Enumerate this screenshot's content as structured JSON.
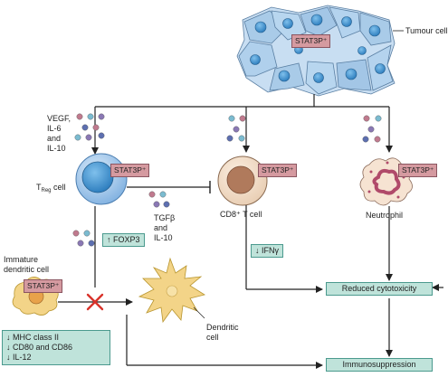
{
  "labels": {
    "tumour_cell": "Tumour cell",
    "stat3p": "STAT3P⁺",
    "vegf_line1": "VEGF,",
    "vegf_line2": "IL-6",
    "vegf_line3": "and",
    "vegf_line4": "IL-10",
    "treg_main": "T",
    "treg_sub": "Reg",
    "treg_tail": " cell",
    "cd8_cell": "CD8⁺ T cell",
    "neutrophil": "Neutrophil",
    "tgfb_line1": "TGFβ",
    "tgfb_line2": "and",
    "tgfb_line3": "IL-10",
    "foxp3": "↑ FOXP3",
    "ifng": "↓ IFNγ",
    "immature_line1": "Immature",
    "immature_line2": "dendritic cell",
    "dendritic_line1": "Dendritic",
    "dendritic_line2": "cell",
    "mhc_line1": "↓ MHC class II",
    "mhc_line2": "↓ CD80 and CD86",
    "mhc_line3": "↓ IL-12",
    "reduced_cytotoxicity": "Reduced cytotoxicity",
    "immunosuppression": "Immunosuppression"
  },
  "colors": {
    "stat_box": "#d59aa0",
    "teal_box": "#bfe3da",
    "tumour_cell": "#a9cbe8",
    "nucleus": "#3a8bc9",
    "treg_cell": "#7fb0e0",
    "cd8_cell": "#b07a5c",
    "dendritic_cell": "#f3d488",
    "neutrophil": "#b04a6a",
    "inhibition_cross": "#d9332b"
  }
}
